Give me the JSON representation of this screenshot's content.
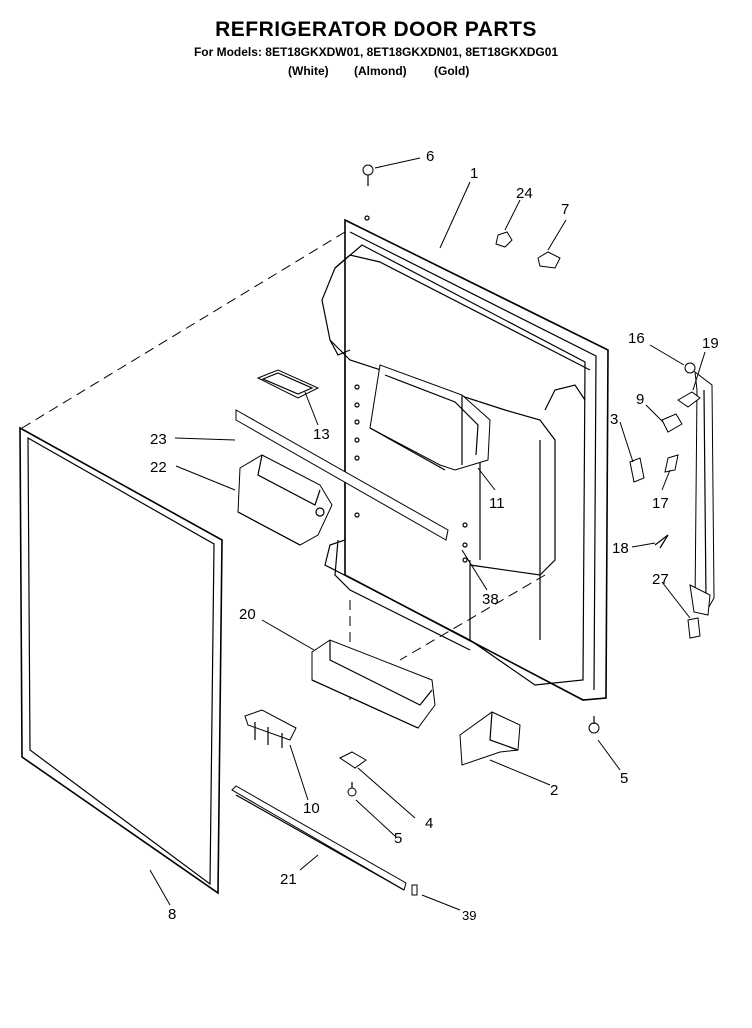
{
  "title": "REFRIGERATOR DOOR PARTS",
  "models_line": "For Models: 8ET18GKXDW01, 8ET18GKXDN01, 8ET18GKXDG01",
  "colors": {
    "white": "(White)",
    "almond": "(Almond)",
    "gold": "(Gold)"
  },
  "callouts": {
    "c1": "1",
    "c2": "2",
    "c3": "3",
    "c4": "4",
    "c5a": "5",
    "c5b": "5",
    "c6": "6",
    "c7": "7",
    "c8": "8",
    "c9": "9",
    "c10": "10",
    "c11": "11",
    "c13": "13",
    "c16": "16",
    "c17": "17",
    "c18": "18",
    "c19": "19",
    "c20": "20",
    "c21": "21",
    "c22": "22",
    "c23": "23",
    "c24": "24",
    "c27": "27",
    "c38": "38",
    "c39": "39"
  }
}
